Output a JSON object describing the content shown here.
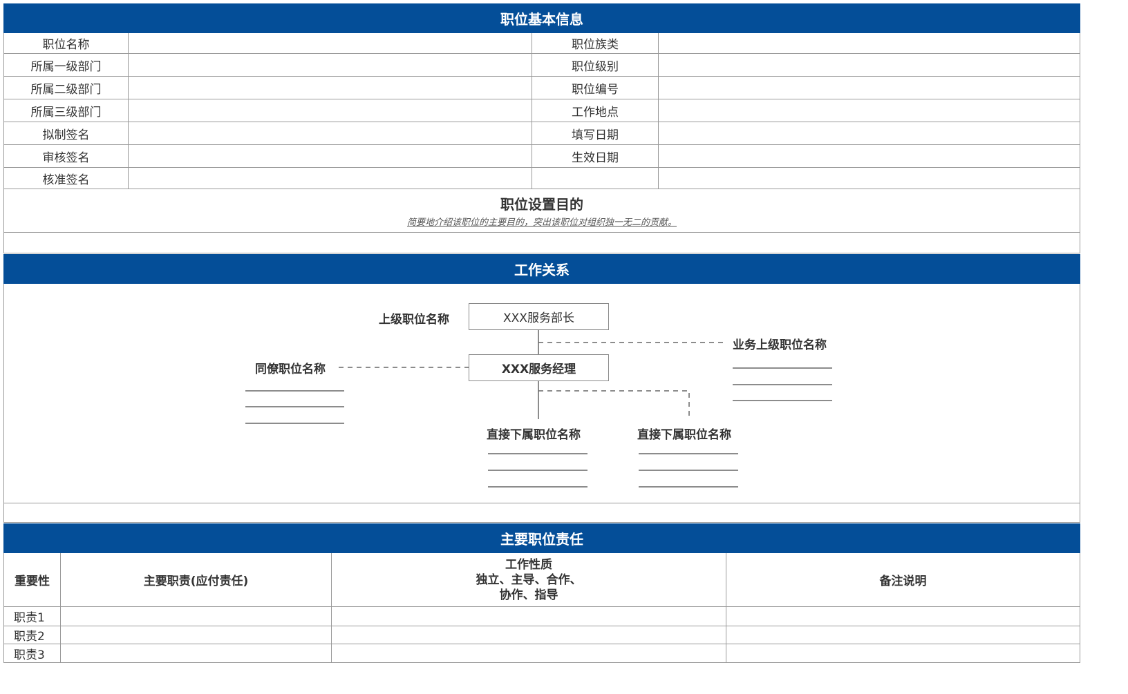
{
  "section1": {
    "title": "职位基本信息",
    "left_labels": [
      "职位名称",
      "所属一级部门",
      "所属二级部门",
      "所属三级部门",
      "拟制签名",
      "审核签名",
      "核准签名"
    ],
    "right_labels": [
      "职位族类",
      "职位级别",
      "职位编号",
      "工作地点",
      "填写日期",
      "生效日期",
      ""
    ],
    "purpose_title": "职位设置目的",
    "purpose_hint": "简要地介绍该职位的主要目的，突出该职位对组织独一无二的贡献。"
  },
  "section2": {
    "title": "工作关系",
    "superior_label": "上级职位名称",
    "superior_box": "XXX服务部长",
    "current_box": "XXX服务经理",
    "peer_label": "同僚职位名称",
    "business_superior_label": "业务上级职位名称",
    "sub1_label": "直接下属职位名称",
    "sub2_label": "直接下属职位名称"
  },
  "section3": {
    "title": "主要职位责任",
    "headers": {
      "importance": "重要性",
      "duty": "主要职责(应付责任)",
      "nature_1": "工作性质",
      "nature_2": "独立、主导、合作、",
      "nature_3": "协作、指导",
      "notes": "备注说明"
    },
    "rows": [
      "职责1",
      "职责2",
      "职责3"
    ]
  },
  "colors": {
    "header_blue": "#044e98"
  }
}
